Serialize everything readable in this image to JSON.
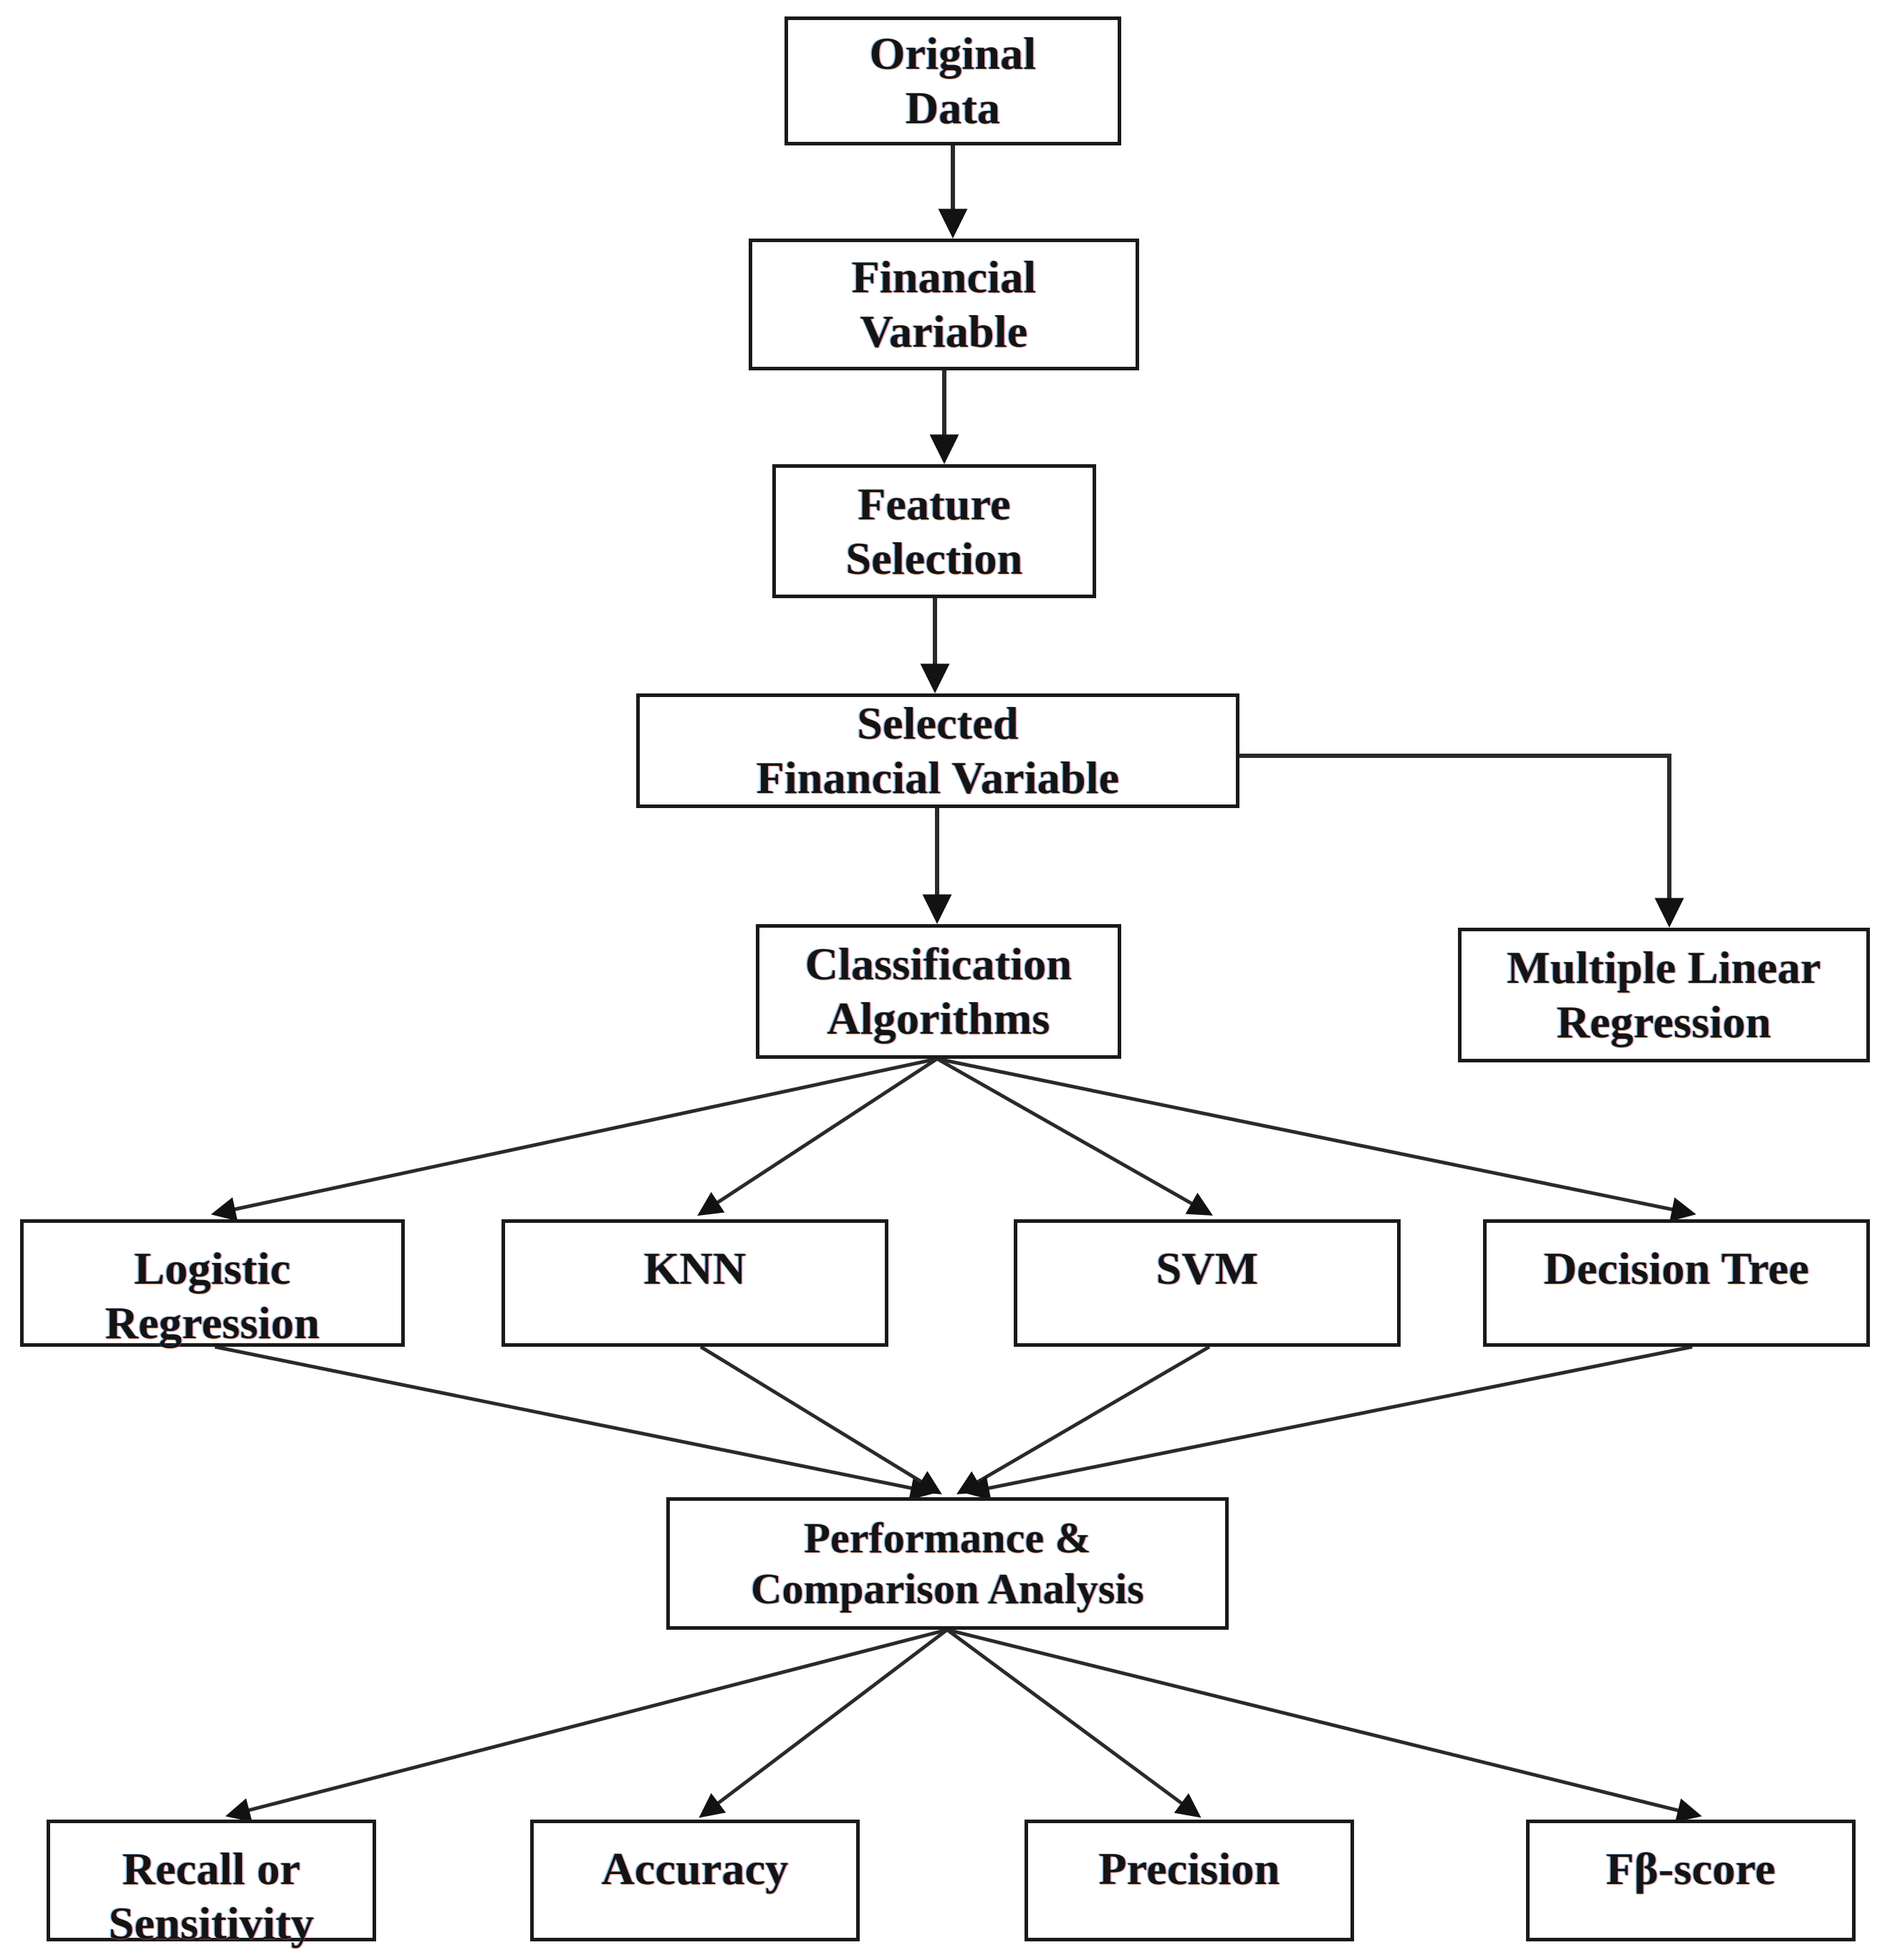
{
  "diagram": {
    "title": "Machine Learning Methodology Flowchart",
    "background_color": "#ffffff",
    "line_color": "#1a1a1a",
    "text_color": "#141414"
  },
  "nodes": {
    "original_data": {
      "label": "Original\nData"
    },
    "financial_variable": {
      "label": "Financial\nVariable"
    },
    "feature_selection": {
      "label": "Feature\nSelection"
    },
    "selected_financial_variable": {
      "label": "Selected\nFinancial Variable"
    },
    "classification_algorithms": {
      "label": "Classification\nAlgorithms"
    },
    "multiple_linear_regression": {
      "label": "Multiple Linear\nRegression"
    },
    "logistic_regression": {
      "label": "Logistic\nRegression"
    },
    "knn": {
      "label": "KNN"
    },
    "svm": {
      "label": "SVM"
    },
    "decision_tree": {
      "label": "Decision Tree"
    },
    "performance_comparison": {
      "label": "Performance &\nComparison Analysis"
    },
    "recall_sensitivity": {
      "label": "Recall or\nSensitivity"
    },
    "accuracy": {
      "label": "Accuracy"
    },
    "precision": {
      "label": "Precision"
    },
    "fbeta_score": {
      "label": "Fβ-score"
    }
  },
  "chart_data": {
    "type": "diagram",
    "title": "Machine Learning Methodology Flowchart",
    "layout": "top-down flowchart with two fan-out levels",
    "levels": [
      [
        "Original Data"
      ],
      [
        "Financial Variable"
      ],
      [
        "Feature Selection"
      ],
      [
        "Selected Financial Variable"
      ],
      [
        "Classification Algorithms",
        "Multiple Linear Regression"
      ],
      [
        "Logistic Regression",
        "KNN",
        "SVM",
        "Decision Tree"
      ],
      [
        "Performance & Comparison Analysis"
      ],
      [
        "Recall or Sensitivity",
        "Accuracy",
        "Precision",
        "Fβ-score"
      ]
    ],
    "edges": [
      {
        "from": "Original Data",
        "to": "Financial Variable",
        "style": "straight-arrow"
      },
      {
        "from": "Financial Variable",
        "to": "Feature Selection",
        "style": "straight-arrow"
      },
      {
        "from": "Feature Selection",
        "to": "Selected Financial Variable",
        "style": "straight-arrow"
      },
      {
        "from": "Selected Financial Variable",
        "to": "Classification Algorithms",
        "style": "straight-arrow"
      },
      {
        "from": "Selected Financial Variable",
        "to": "Multiple Linear Regression",
        "style": "elbow-arrow"
      },
      {
        "from": "Classification Algorithms",
        "to": "Logistic Regression",
        "style": "diagonal-arrow"
      },
      {
        "from": "Classification Algorithms",
        "to": "KNN",
        "style": "diagonal-arrow"
      },
      {
        "from": "Classification Algorithms",
        "to": "SVM",
        "style": "diagonal-arrow"
      },
      {
        "from": "Classification Algorithms",
        "to": "Decision Tree",
        "style": "diagonal-arrow"
      },
      {
        "from": "Logistic Regression",
        "to": "Performance & Comparison Analysis",
        "style": "diagonal-arrow"
      },
      {
        "from": "KNN",
        "to": "Performance & Comparison Analysis",
        "style": "diagonal-arrow"
      },
      {
        "from": "SVM",
        "to": "Performance & Comparison Analysis",
        "style": "diagonal-arrow"
      },
      {
        "from": "Decision Tree",
        "to": "Performance & Comparison Analysis",
        "style": "diagonal-arrow"
      },
      {
        "from": "Performance & Comparison Analysis",
        "to": "Recall or Sensitivity",
        "style": "diagonal-arrow"
      },
      {
        "from": "Performance & Comparison Analysis",
        "to": "Accuracy",
        "style": "diagonal-arrow"
      },
      {
        "from": "Performance & Comparison Analysis",
        "to": "Precision",
        "style": "diagonal-arrow"
      },
      {
        "from": "Performance & Comparison Analysis",
        "to": "Fβ-score",
        "style": "diagonal-arrow"
      }
    ]
  }
}
